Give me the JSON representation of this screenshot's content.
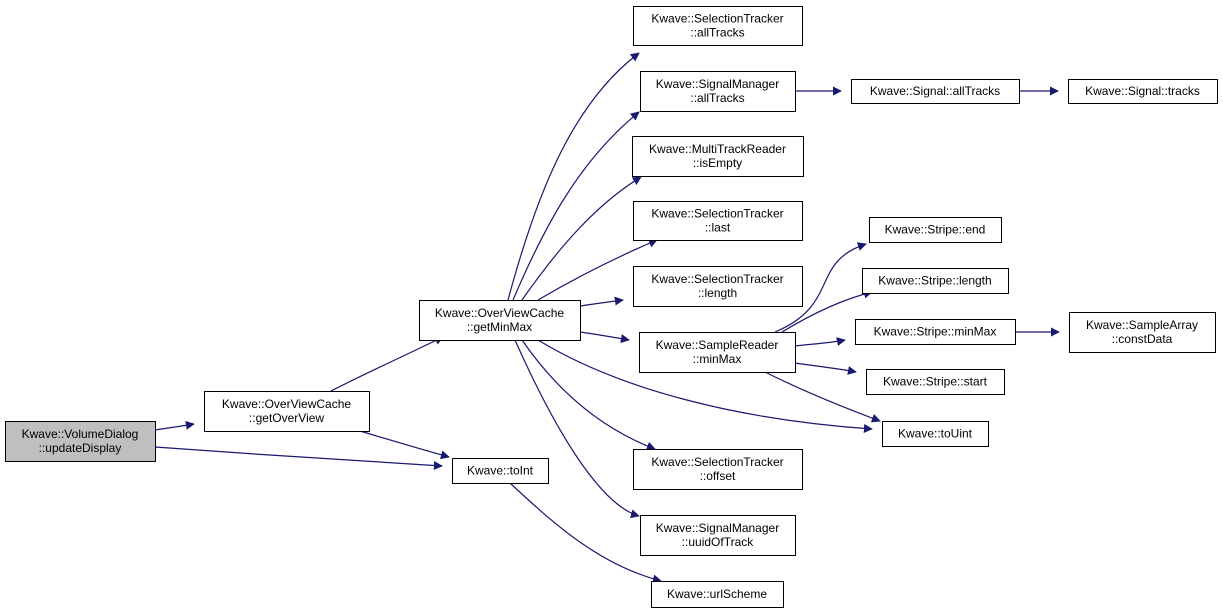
{
  "diagram": {
    "colors": {
      "node_fill": "#ffffff",
      "root_fill": "#bfbfbf",
      "node_stroke": "#000000",
      "edge": "#191970"
    },
    "nodes": [
      {
        "id": "updateDisplay",
        "lines": [
          "Kwave::VolumeDialog",
          "::updateDisplay"
        ],
        "root": true
      },
      {
        "id": "getOverView",
        "lines": [
          "Kwave::OverViewCache",
          "::getOverView"
        ]
      },
      {
        "id": "getMinMax",
        "lines": [
          "Kwave::OverViewCache",
          "::getMinMax"
        ]
      },
      {
        "id": "toInt",
        "lines": [
          "Kwave::toInt"
        ]
      },
      {
        "id": "st_allTracks",
        "lines": [
          "Kwave::SelectionTracker",
          "::allTracks"
        ]
      },
      {
        "id": "sm_allTracks",
        "lines": [
          "Kwave::SignalManager",
          "::allTracks"
        ]
      },
      {
        "id": "mtr_isEmpty",
        "lines": [
          "Kwave::MultiTrackReader",
          "::isEmpty"
        ]
      },
      {
        "id": "st_last",
        "lines": [
          "Kwave::SelectionTracker",
          "::last"
        ]
      },
      {
        "id": "st_length",
        "lines": [
          "Kwave::SelectionTracker",
          "::length"
        ]
      },
      {
        "id": "sr_minMax",
        "lines": [
          "Kwave::SampleReader",
          "::minMax"
        ]
      },
      {
        "id": "st_offset",
        "lines": [
          "Kwave::SelectionTracker",
          "::offset"
        ]
      },
      {
        "id": "sm_uuidOfTrack",
        "lines": [
          "Kwave::SignalManager",
          "::uuidOfTrack"
        ]
      },
      {
        "id": "urlScheme",
        "lines": [
          "Kwave::urlScheme"
        ]
      },
      {
        "id": "sig_allTracks",
        "lines": [
          "Kwave::Signal::allTracks"
        ]
      },
      {
        "id": "sig_tracks",
        "lines": [
          "Kwave::Signal::tracks"
        ]
      },
      {
        "id": "stripe_end",
        "lines": [
          "Kwave::Stripe::end"
        ]
      },
      {
        "id": "stripe_length",
        "lines": [
          "Kwave::Stripe::length"
        ]
      },
      {
        "id": "stripe_minMax",
        "lines": [
          "Kwave::Stripe::minMax"
        ]
      },
      {
        "id": "stripe_start",
        "lines": [
          "Kwave::Stripe::start"
        ]
      },
      {
        "id": "toUint",
        "lines": [
          "Kwave::toUint"
        ]
      },
      {
        "id": "sa_constData",
        "lines": [
          "Kwave::SampleArray",
          "::constData"
        ]
      }
    ],
    "edges": [
      {
        "from": "updateDisplay",
        "to": "getOverView"
      },
      {
        "from": "updateDisplay",
        "to": "toInt"
      },
      {
        "from": "getOverView",
        "to": "getMinMax"
      },
      {
        "from": "getOverView",
        "to": "toInt"
      },
      {
        "from": "getMinMax",
        "to": "st_allTracks"
      },
      {
        "from": "getMinMax",
        "to": "sm_allTracks"
      },
      {
        "from": "getMinMax",
        "to": "mtr_isEmpty"
      },
      {
        "from": "getMinMax",
        "to": "st_last"
      },
      {
        "from": "getMinMax",
        "to": "st_length"
      },
      {
        "from": "getMinMax",
        "to": "sr_minMax"
      },
      {
        "from": "getMinMax",
        "to": "toUint"
      },
      {
        "from": "getMinMax",
        "to": "st_offset"
      },
      {
        "from": "getMinMax",
        "to": "sm_uuidOfTrack"
      },
      {
        "from": "toInt",
        "to": "urlScheme"
      },
      {
        "from": "sm_allTracks",
        "to": "sig_allTracks"
      },
      {
        "from": "sig_allTracks",
        "to": "sig_tracks"
      },
      {
        "from": "sr_minMax",
        "to": "stripe_end"
      },
      {
        "from": "sr_minMax",
        "to": "stripe_length"
      },
      {
        "from": "sr_minMax",
        "to": "stripe_minMax"
      },
      {
        "from": "sr_minMax",
        "to": "stripe_start"
      },
      {
        "from": "sr_minMax",
        "to": "toUint"
      },
      {
        "from": "stripe_minMax",
        "to": "sa_constData"
      }
    ]
  }
}
